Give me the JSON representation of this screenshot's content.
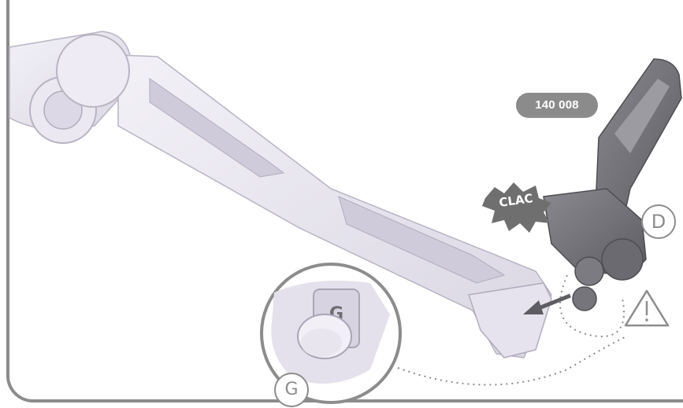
{
  "badge": {
    "text": "140 008",
    "color": "#8b8b8b"
  },
  "sound_effect": {
    "text": "CLAC",
    "color": "#6f6f6f"
  },
  "callouts": {
    "d": "D",
    "g": "G"
  },
  "icons": {
    "warning": "warning-triangle-icon",
    "arrow": "insertion-arrow-icon"
  },
  "colors": {
    "part_light": "#e4e1ec",
    "part_dark": "#6e6d72",
    "line": "#8c8c8c"
  }
}
